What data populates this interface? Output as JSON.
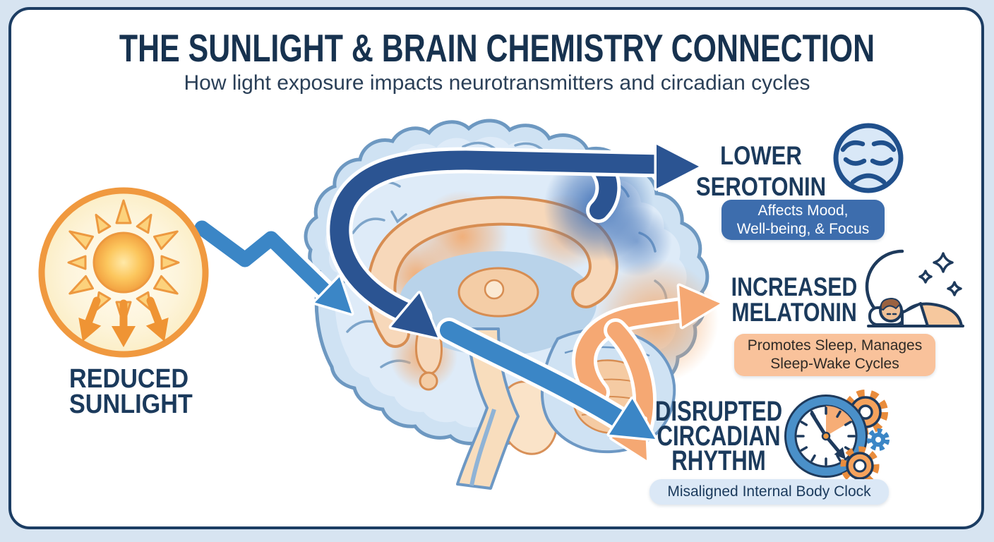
{
  "header": {
    "title": "THE SUNLIGHT & BRAIN CHEMISTRY CONNECTION",
    "subtitle": "How light exposure impacts neurotransmitters and circadian cycles"
  },
  "nodes": {
    "sunlight": {
      "line1": "REDUCED",
      "line2": "SUNLIGHT",
      "icon": "sun-with-down-arrows-icon"
    },
    "serotonin": {
      "line1": "LOWER",
      "line2": "SEROTONIN",
      "icon": "sad-face-icon",
      "badge": {
        "line1": "Affects Mood,",
        "line2": "Well-being, & Focus"
      }
    },
    "melatonin": {
      "line1": "INCREASED",
      "line2": "MELATONIN",
      "icon": "sleep-moon-stars-icon",
      "badge": {
        "line1": "Promotes Sleep, Manages",
        "line2": "Sleep-Wake Cycles"
      }
    },
    "circadian": {
      "line1": "DISRUPTED",
      "line2": "CIRCADIAN",
      "line3": "RHYTHM",
      "icon": "clock-gears-icon",
      "badge": {
        "line1": "Misaligned Internal Body Clock"
      }
    }
  },
  "illustration": {
    "center": "brain-sagittal-illustration",
    "arrows": [
      "zigzag-arrow-sun-to-brain",
      "dark-arc-arrow-brain-to-lower-serotonin",
      "orange-arrow-brain-to-increased-melatonin",
      "blue-arrow-brain-to-disrupted-circadian",
      "orange-arrow-brain-to-disrupted-circadian"
    ]
  },
  "colors": {
    "navy": "#1b3a5c",
    "deep": "#1c3d63",
    "blue": "#3b86c6",
    "darkblue": "#2b5492",
    "orange": "#f5a873",
    "sunorange": "#f0993f",
    "badgeblue": "#3d6dad",
    "badgepeach": "#f9c29b",
    "badgelight": "#dbe8f6",
    "pagebg": "#d7e4f1",
    "cardbg": "#ffffff"
  }
}
